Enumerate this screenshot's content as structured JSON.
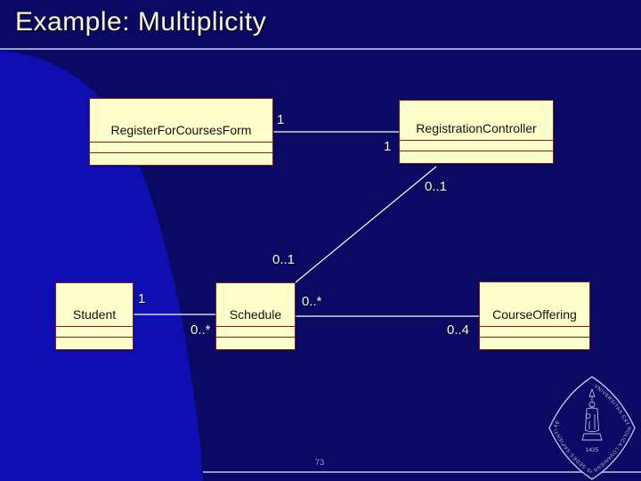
{
  "slide": {
    "title": "Example: Multiplicity",
    "page_number": "73"
  },
  "diagram": {
    "classes": [
      {
        "name": "RegisterForCoursesForm"
      },
      {
        "name": "RegistrationController"
      },
      {
        "name": "Student"
      },
      {
        "name": "Schedule"
      },
      {
        "name": "CourseOffering"
      }
    ],
    "associations": [
      {
        "from": "RegisterForCoursesForm",
        "to": "RegistrationController",
        "mult_from": "1",
        "mult_to": "1"
      },
      {
        "from": "RegistrationController",
        "to": "Schedule",
        "mult_from": "0..1",
        "mult_to": "0..1"
      },
      {
        "from": "Student",
        "to": "Schedule",
        "mult_from": "1",
        "mult_to": "0..*"
      },
      {
        "from": "Schedule",
        "to": "CourseOffering",
        "mult_from": "0..*",
        "mult_to": "0..4"
      }
    ]
  },
  "seal": {
    "motto": "·VNIVERSITAS·CATHOLICA·LOVANIENSIS·SEDES·SAPIENTIAE",
    "year": "1425"
  },
  "colors": {
    "background": "#0a0a64",
    "swoosh": "#0e0eb2",
    "box_fill": "#ffffcc",
    "box_border": "#8b1a1a",
    "box_text": "#111111",
    "assoc_line": "#ffffe8",
    "accent_text": "#fbf7cf",
    "rule": "#93a3d6",
    "footer_rule": "#8b99ce",
    "seal": "#b4c2e2",
    "page_number": "#9899c2"
  }
}
